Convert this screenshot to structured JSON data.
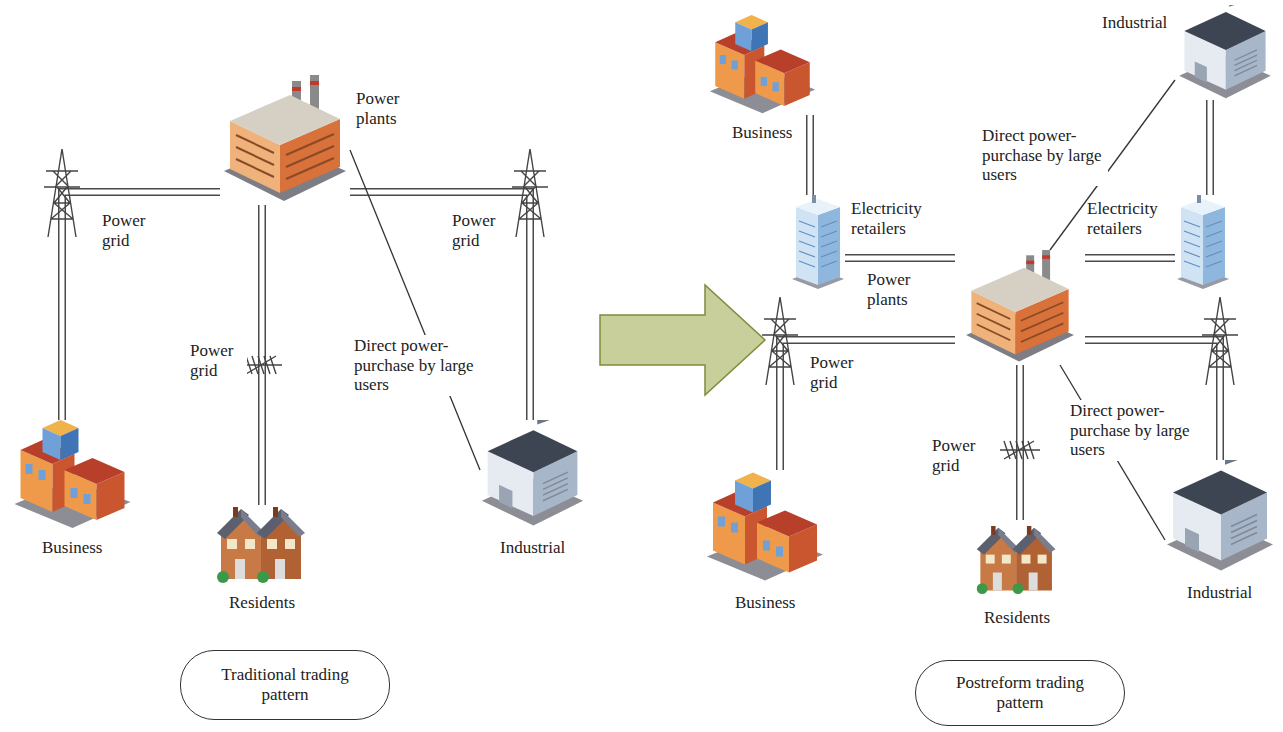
{
  "diagram": {
    "nodes": [
      {
        "text": [
          "Power plants"
        ]
      },
      {
        "text": [
          "Business"
        ]
      },
      {
        "text": [
          "Residents"
        ]
      },
      {
        "text": [
          "Industrial"
        ]
      },
      {
        "text": [
          "Traditional trading pattern"
        ]
      },
      {
        "text": [
          "Business"
        ]
      },
      {
        "text": [
          "Industrial"
        ]
      },
      {
        "text": [
          "Electricity retailers"
        ]
      },
      {
        "text": [
          "Electricity retailers"
        ]
      },
      {
        "text": [
          "Power plants"
        ]
      },
      {
        "text": [
          "Business"
        ]
      },
      {
        "text": [
          "Residents"
        ]
      },
      {
        "text": [
          "Industrial"
        ]
      },
      {
        "text": [
          "Postreform trading pattern"
        ]
      }
    ],
    "edges": [
      {
        "from": 0,
        "to": 1,
        "label": "Power grid",
        "arrow": "none"
      },
      {
        "from": 0,
        "to": 2,
        "label": "Power grid",
        "arrow": "none"
      },
      {
        "from": 0,
        "to": 3,
        "label": "Power grid",
        "arrow": "none"
      },
      {
        "from": 0,
        "to": 3,
        "label": "Direct power-purchase by large users",
        "arrow": "none"
      },
      {
        "from": 5,
        "to": 7,
        "arrow": "none"
      },
      {
        "from": 7,
        "to": 9,
        "arrow": "none"
      },
      {
        "from": 9,
        "to": 8,
        "arrow": "none"
      },
      {
        "from": 8,
        "to": 6,
        "arrow": "none"
      },
      {
        "from": 9,
        "to": 6,
        "label": "Direct power-purchase by large users",
        "arrow": "none"
      },
      {
        "from": 9,
        "to": 10,
        "label": "Power grid",
        "arrow": "none"
      },
      {
        "from": 9,
        "to": 11,
        "label": "Power grid",
        "arrow": "none"
      },
      {
        "from": 9,
        "to": 12,
        "arrow": "none"
      },
      {
        "from": 9,
        "to": 12,
        "label": "Direct power-purchase by large users",
        "arrow": "none"
      }
    ]
  }
}
